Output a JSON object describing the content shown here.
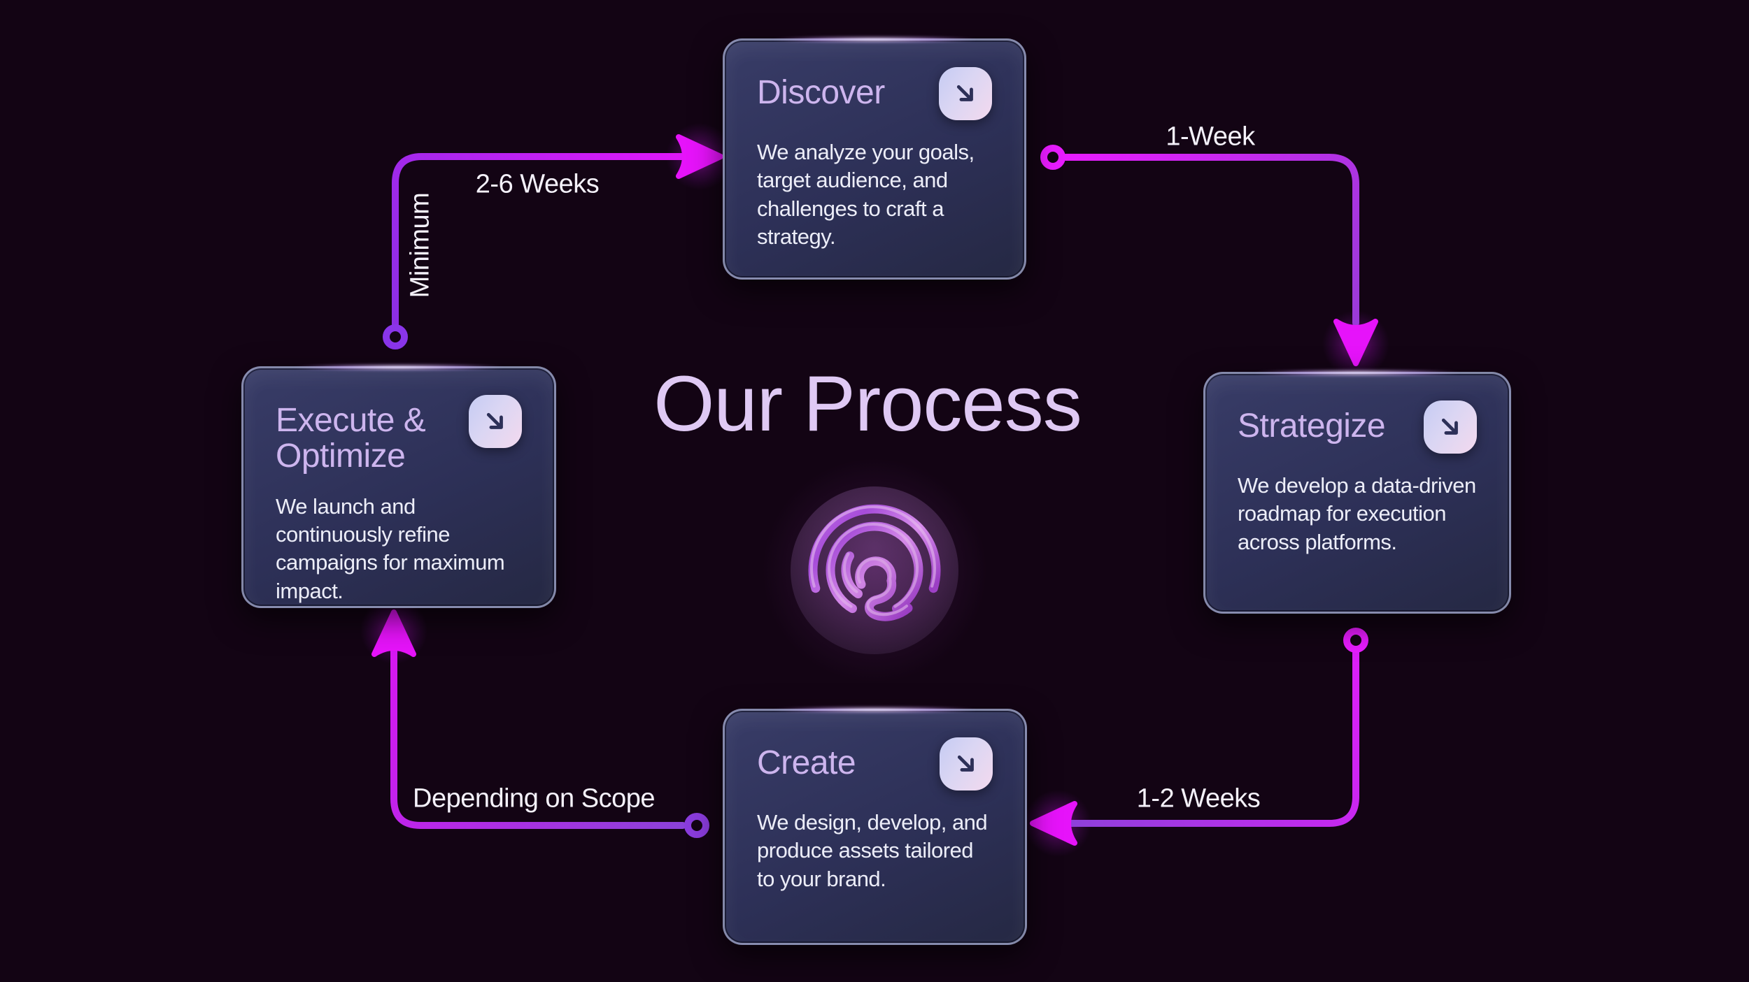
{
  "center": {
    "heading": "Our Process",
    "logo_icon": "spiral-logo"
  },
  "cards": [
    {
      "id": "discover",
      "title": "Discover",
      "icon": "arrow-down-right-icon",
      "description": "We analyze your goals,\ntarget audience, and\nchallenges to craft a\nstrategy."
    },
    {
      "id": "strategize",
      "title": "Strategize",
      "icon": "arrow-down-right-icon",
      "description": "We develop a data-driven\nroadmap for execution\nacross platforms."
    },
    {
      "id": "create",
      "title": "Create",
      "icon": "arrow-down-right-icon",
      "description": "We design, develop, and\nproduce assets tailored\nto your brand."
    },
    {
      "id": "execute-optimize",
      "title": "Execute & Optimize",
      "icon": "arrow-down-right-icon",
      "description": "We launch and\ncontinuously refine\ncampaigns for maximum\nimpact."
    }
  ],
  "connectors": {
    "execute_to_discover": {
      "label": "2-6 Weeks",
      "sublabel": "Minimum"
    },
    "discover_to_strategize": {
      "label": "1-Week"
    },
    "strategize_to_create": {
      "label": "1-2 Weeks"
    },
    "create_to_execute": {
      "label": "Depending on Scope"
    }
  },
  "colors": {
    "background": "#130414",
    "magenta_accent": "#E316FA",
    "purple_accent": "#8A3CDC",
    "card_background": "#2E3157",
    "card_border": "#A3A8C8",
    "card_title": "#CDB5EE",
    "card_body_text": "#ECEDF8",
    "heading_text": "#DFC9F4",
    "label_text": "#F4F1FA",
    "icon_gradient_start": "#C9CDF3",
    "icon_gradient_end": "#F0D9EF",
    "icon_arrow": "#2D3058"
  }
}
